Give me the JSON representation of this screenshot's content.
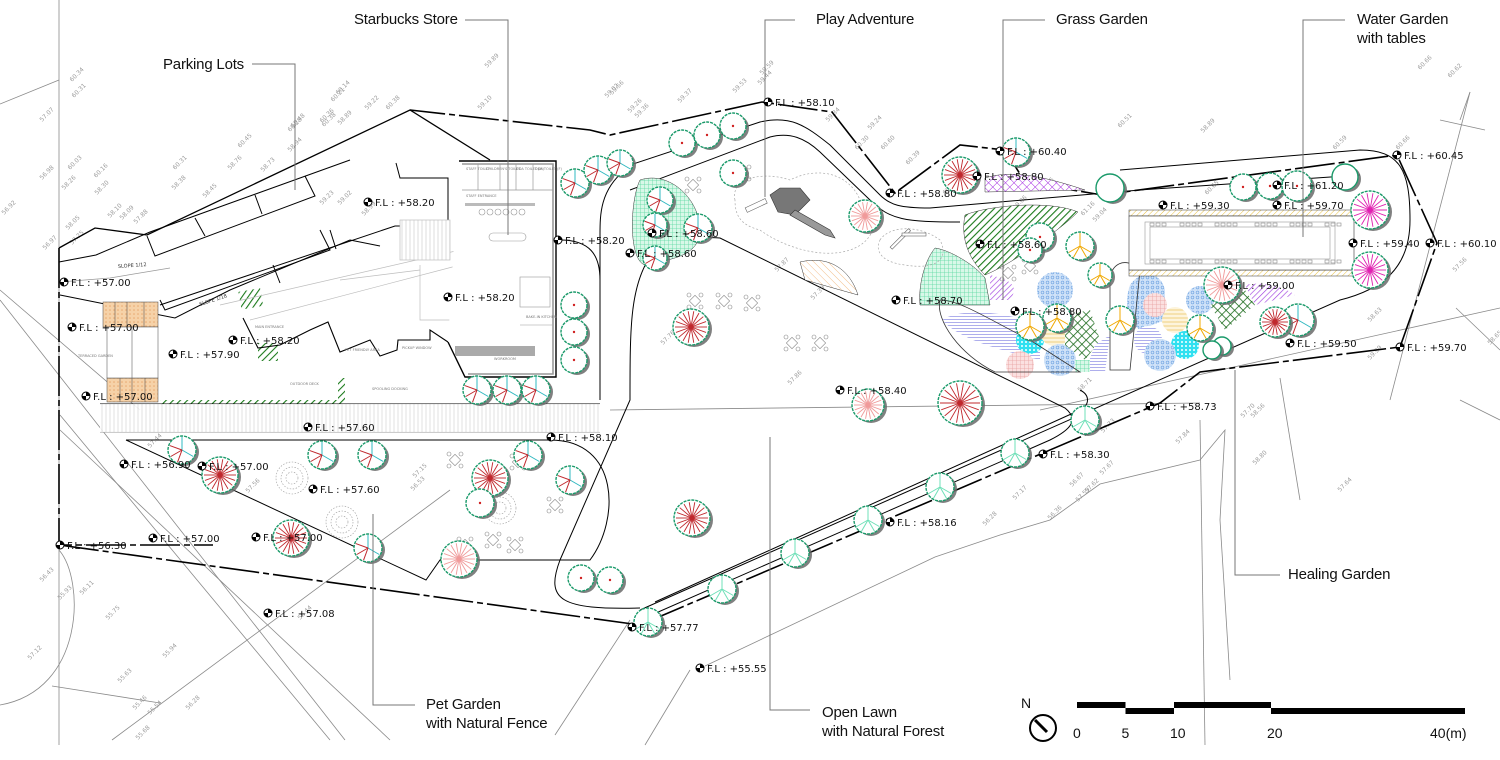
{
  "title": "Landscape Site Plan",
  "zones": [
    {
      "id": "parking",
      "label": "Parking Lots"
    },
    {
      "id": "starbucks",
      "label": "Starbucks Store"
    },
    {
      "id": "play",
      "label": "Play Adventure"
    },
    {
      "id": "grass",
      "label": "Grass Garden"
    },
    {
      "id": "water",
      "label": "Water Garden\nwith tables",
      "line1": "Water Garden",
      "line2": "with tables"
    },
    {
      "id": "healing",
      "label": "Healing Garden"
    },
    {
      "id": "lawn",
      "label": "Open Lawn with Natural Forest",
      "line1": "Open Lawn",
      "line2": "with Natural Forest"
    },
    {
      "id": "pet",
      "label": "Pet Garden with Natural Fence",
      "line1": "Pet Garden",
      "line2": "with Natural Fence"
    }
  ],
  "floor_levels": [
    {
      "text": "F.L : +58.20",
      "zone": "parking"
    },
    {
      "text": "F.L : +57.00",
      "zone": "parking-entry"
    },
    {
      "text": "F.L : +57.00",
      "zone": "terraced-garden-top"
    },
    {
      "text": "F.L : +57.90",
      "zone": "terrace"
    },
    {
      "text": "F.L : +58.20",
      "zone": "drive-thru"
    },
    {
      "text": "F.L : +57.00",
      "zone": "terraced-garden-bottom"
    },
    {
      "text": "F.L : +58.20",
      "zone": "starbucks-interior"
    },
    {
      "text": "F.L : +58.20",
      "zone": "starbucks-east"
    },
    {
      "text": "F.L : +58.60",
      "zone": "play-path"
    },
    {
      "text": "F.L : +58.60",
      "zone": "green-planting"
    },
    {
      "text": "F.L : +58.10",
      "zone": "green-planting-south"
    },
    {
      "text": "F.L : +58.80",
      "zone": "play-east"
    },
    {
      "text": "F.L : +60.40",
      "zone": "grass-north"
    },
    {
      "text": "F.L : +58.80",
      "zone": "grass-purple"
    },
    {
      "text": "F.L : +58.60",
      "zone": "grass-garden"
    },
    {
      "text": "F.L : +58.70",
      "zone": "grass-south"
    },
    {
      "text": "F.L : +58.80",
      "zone": "healing-center"
    },
    {
      "text": "F.L : +61.20",
      "zone": "water-north"
    },
    {
      "text": "F.L : +59.30",
      "zone": "water-west"
    },
    {
      "text": "F.L : +59.70",
      "zone": "water-east"
    },
    {
      "text": "F.L : +60.45",
      "zone": "ne-corner"
    },
    {
      "text": "F.L : +59.40",
      "zone": "water-end"
    },
    {
      "text": "F.L : +60.10",
      "zone": "east-corner"
    },
    {
      "text": "F.L : +59.00",
      "zone": "healing-east"
    },
    {
      "text": "F.L : +59.50",
      "zone": "se-path"
    },
    {
      "text": "F.L : +59.70",
      "zone": "se-corner"
    },
    {
      "text": "F.L : +58.40",
      "zone": "open-lawn"
    },
    {
      "text": "F.L : +58.73",
      "zone": "boundary-east"
    },
    {
      "text": "F.L : +57.60",
      "zone": "promenade"
    },
    {
      "text": "F.L : +58.10",
      "zone": "promenade-east"
    },
    {
      "text": "F.L : +56.90",
      "zone": "pet-west"
    },
    {
      "text": "F.L : +57.00",
      "zone": "pet-nw"
    },
    {
      "text": "F.L : +57.60",
      "zone": "pet-center"
    },
    {
      "text": "F.L : +57.00",
      "zone": "pet-sw"
    },
    {
      "text": "F.L : +57.00",
      "zone": "pet-south"
    },
    {
      "text": "F.L : +56.30",
      "zone": "sw-corner"
    },
    {
      "text": "F.L : +57.08",
      "zone": "south-road"
    },
    {
      "text": "F.L : +57.77",
      "zone": "south-corner"
    },
    {
      "text": "F.L : +58.16",
      "zone": "south-path"
    },
    {
      "text": "F.L : +58.30",
      "zone": "boundary-south"
    },
    {
      "text": "F.L : +55.55",
      "zone": "road"
    }
  ],
  "spot_heights": [
    "60.34",
    "60.31",
    "57.07",
    "56.98",
    "60.03",
    "58.26",
    "60.16",
    "58.30",
    "58.10",
    "58.09",
    "57.88",
    "58.05",
    "57.25",
    "56.97",
    "56.92",
    "60.31",
    "58.38",
    "58.45",
    "60.45",
    "58.76",
    "58.73",
    "60.28",
    "60.48",
    "58.94",
    "60.36",
    "60.38",
    "60.21",
    "60.14",
    "58.89",
    "59.22",
    "60.38",
    "59.89",
    "59.10",
    "59.23",
    "59.02",
    "58.99",
    "59.02",
    "59.56",
    "59.26",
    "59.36",
    "59.37",
    "59.53",
    "59.59",
    "59.44",
    "59.34",
    "59.24",
    "60.30",
    "60.60",
    "60.39",
    "60.48",
    "60.51",
    "58.89",
    "60.66",
    "60.62",
    "60.66",
    "60.59",
    "60.65",
    "61.26",
    "61.16",
    "59.04",
    "59.06",
    "58.90",
    "57.76",
    "57.86",
    "57.39",
    "57.87",
    "58.71",
    "57.70",
    "58.56",
    "57.56",
    "58.63",
    "59.99",
    "58.65",
    "58.80",
    "57.64",
    "57.73",
    "57.84",
    "57.67",
    "57.62",
    "57.59",
    "56.67",
    "57.17",
    "56.36",
    "56.28",
    "56.44",
    "56.43",
    "55.93",
    "56.11",
    "55.75",
    "55.94",
    "55.63",
    "55.46",
    "55.68",
    "55.54",
    "56.28",
    "57.12",
    "57.15",
    "56.53",
    "57.44",
    "57.56"
  ],
  "annotations": {
    "slope_1": "SLOPE 1/12",
    "slope_2": "SLOPE 1/18",
    "terraced_garden": "TERRACED GARDEN",
    "rooms": [
      "STAFF TOILET",
      "CHILDREN'S TOILET",
      "DDA TOILET (M)",
      "DDA TOILET (F)",
      "STAFF ENTRANCE",
      "BAKE-IN KITCHEN",
      "WORKROOM",
      "PET FRIENDLY AREA",
      "PICKUP WINDOW",
      "OUTDOOR DECK",
      "SPOOLING DOCKING",
      "MAIN ENTRANCE"
    ]
  },
  "north_arrow": {
    "label": "N"
  },
  "scale_bar": {
    "ticks": [
      "0",
      "5",
      "10",
      "20",
      "40(m)"
    ],
    "values_m": [
      0,
      5,
      10,
      20,
      40
    ],
    "unit": "m"
  },
  "colors": {
    "tree_outline": "#1a9a6a",
    "tree_branch": "#c0282d",
    "tree_branch_light": "#f09a9a",
    "tree_branch_cyan": "#2fb8c0",
    "tree_branch_pink": "#e020b0",
    "tree_branch_yellow": "#f0a800",
    "tree_branch_mint": "#6fe0b8",
    "tree_shadow": "#6a6a6a",
    "grass_hatch": "#1a7a1a",
    "mint_grid": "#7fe8b8",
    "purple_hatch": "#a020e0",
    "blue_dots": "#7aaee8",
    "cyan_grid": "#20d8e8",
    "peach_fill": "#f6c89a",
    "pink_grid": "#f0a0a0",
    "yellow_lines": "#f0d080",
    "lavender_lines": "#9a9ae8",
    "boundary": "#000000",
    "building_wall": "#888888"
  }
}
